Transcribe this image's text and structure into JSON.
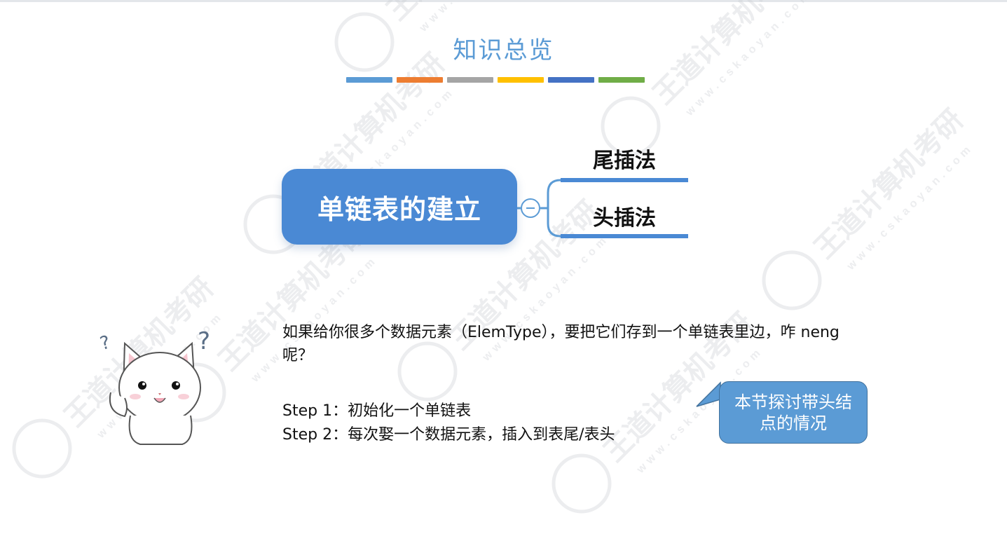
{
  "slide": {
    "title": "知识总览",
    "accent_bars": [
      "#5b9bd5",
      "#ed7d31",
      "#a5a5a5",
      "#ffc000",
      "#4472c4",
      "#70ad47"
    ]
  },
  "mindmap": {
    "central": "单链表的建立",
    "branches": [
      "尾插法",
      "头插法"
    ]
  },
  "body": {
    "question": "如果给你很多个数据元素（ElemType），要把它们存到一个单链表里边，咋 neng 呢？",
    "steps": [
      "Step 1：初始化一个单链表",
      "Step 2：每次娶一个数据元素，插入到表尾/表头"
    ]
  },
  "callout": {
    "text": "本节探讨带头结点的情况"
  },
  "watermark": {
    "brand": "王道计算机考研",
    "site": "www.cskaoyan.com"
  },
  "icons": {
    "mascot": "confused-cat-icon",
    "collapse": "minus-circle-icon"
  }
}
